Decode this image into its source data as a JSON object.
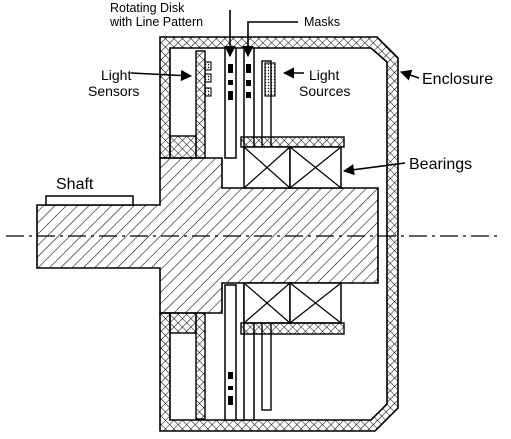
{
  "labels": {
    "rotating_disk_line1": "Rotating Disk",
    "rotating_disk_line2": "with Line Pattern",
    "masks": "Masks",
    "light_sensors_line1": "Light",
    "light_sensors_line2": "Sensors",
    "light_sources_line1": "Light",
    "light_sources_line2": "Sources",
    "enclosure": "Enclosure",
    "bearings": "Bearings",
    "shaft": "Shaft"
  },
  "colors": {
    "ink": "#000000",
    "background": "#ffffff"
  }
}
